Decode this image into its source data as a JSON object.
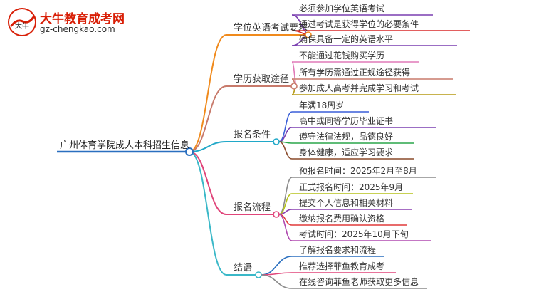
{
  "logo": {
    "title": "大牛教育成考网",
    "url": "gz-chengkao.com",
    "mark_text": "大牛"
  },
  "root": {
    "label": "广州体育学院成人本科招生信息",
    "color": "#2a6fbf"
  },
  "branches": [
    {
      "label": "学位英语考试要求",
      "color": "#f08a1c",
      "children": [
        {
          "label": "必须参加学位英语考试",
          "color": "#7a3fb0"
        },
        {
          "label": "通过考试是获得学位的必要条件",
          "color": "#d82a2a"
        },
        {
          "label": "确保具备一定的英语水平",
          "color": "#7a3fb0"
        }
      ]
    },
    {
      "label": "学历获取途径",
      "color": "#c87a6b",
      "children": [
        {
          "label": "不能通过花钱购买学历",
          "color": "#e07ab8"
        },
        {
          "label": "所有学历需通过正规途径获得",
          "color": "#c87a6b"
        },
        {
          "label": "参加成人高考并完成学习和考试",
          "color": "#b59a14"
        }
      ]
    },
    {
      "label": "报名条件",
      "color": "#20a8c8",
      "children": [
        {
          "label": "年满18周岁",
          "color": "#3a5fd8"
        },
        {
          "label": "高中或同等学历毕业证书",
          "color": "#7a3fb0"
        },
        {
          "label": "遵守法律法规，品德良好",
          "color": "#2aa64a"
        },
        {
          "label": "身体健康，适应学习要求",
          "color": "#8a4a2a"
        }
      ]
    },
    {
      "label": "报名流程",
      "color": "#e0457a",
      "children": [
        {
          "label": "预报名时间：2025年2月至8月",
          "color": "#8a8a8a"
        },
        {
          "label": "正式报名时间：2025年9月",
          "color": "#b5c21a"
        },
        {
          "label": "提交个人信息和相关材料",
          "color": "#8a3fb0"
        },
        {
          "label": "缴纳报名费用确认资格",
          "color": "#e03a3a"
        },
        {
          "label": "考试时间：2025年10月下旬",
          "color": "#b04ab0"
        }
      ]
    },
    {
      "label": "结语",
      "color": "#3ab8c8",
      "children": [
        {
          "label": "了解报名要求和流程",
          "color": "#2a6fbf"
        },
        {
          "label": "推荐选择菲鱼教育成考",
          "color": "#e0457a"
        },
        {
          "label": "在线咨询菲鱼老师获取更多信息",
          "color": "#8a8a8a"
        }
      ]
    }
  ]
}
